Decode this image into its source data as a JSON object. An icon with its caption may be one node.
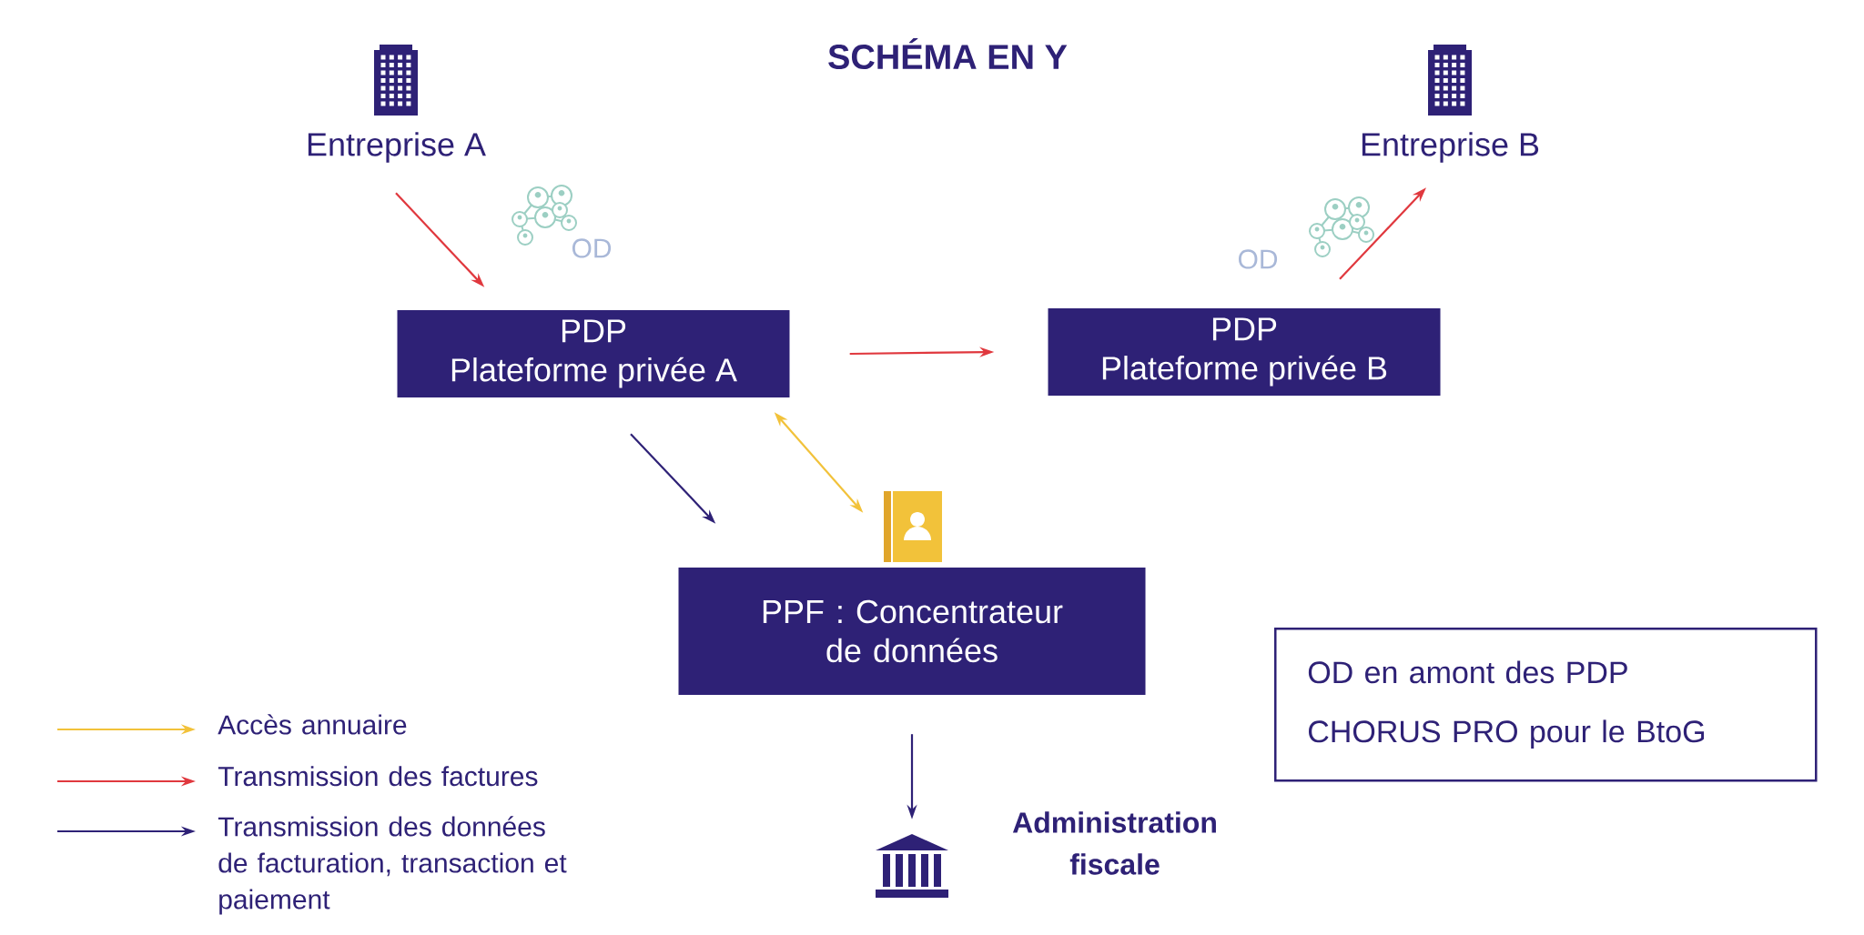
{
  "diagram": {
    "title": "SCHÉMA EN Y",
    "nodes": [
      {
        "text": [
          "Entreprise A"
        ]
      },
      {
        "text": [
          "Entreprise B"
        ]
      },
      {
        "text": [
          "PDP",
          "Plateforme privée A"
        ]
      },
      {
        "text": [
          "PDP",
          "Plateforme privée B"
        ]
      },
      {
        "text": [],
        "shape": "book"
      },
      {
        "text": [
          "PPF : Concentrateur de données"
        ]
      },
      {
        "text": [],
        "shape": "bank",
        "beside": [
          "Administration fiscale"
        ]
      },
      {
        "text": [
          "OD en amont des PDP",
          "CHORUS PRO pour le BtoG"
        ]
      }
    ],
    "edges": [
      {
        "from": 0,
        "to": 2,
        "arrow": "to",
        "color": "#e0383e"
      },
      {
        "from": 2,
        "to": 3,
        "arrow": "to",
        "color": "#e0383e"
      },
      {
        "from": 3,
        "to": 1,
        "arrow": "to",
        "color": "#e0383e"
      },
      {
        "from": 2,
        "to": 4,
        "arrow": "both",
        "color": "#f2c23a"
      },
      {
        "from": 2,
        "to": 5,
        "arrow": "to",
        "color": "#2e2176"
      },
      {
        "from": 5,
        "to": 6,
        "arrow": "to",
        "color": "#2e2176"
      }
    ],
    "labels": [
      "OD",
      "OD"
    ],
    "legend": [
      {
        "text": "Accès annuaire",
        "color": "#f2c23a"
      },
      {
        "text": "Transmission des factures",
        "color": "#e0383e"
      },
      {
        "text": "Transmission des données de facturation, transaction et paiement",
        "color": "#2e2176"
      }
    ]
  }
}
